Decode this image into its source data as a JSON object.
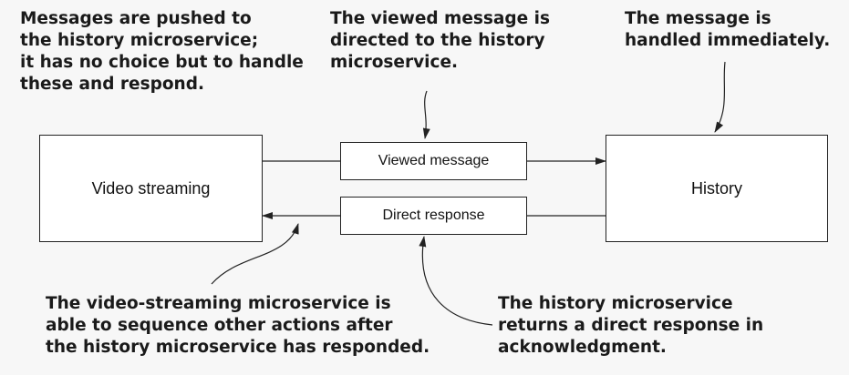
{
  "annotations": {
    "push": "Messages are pushed to\nthe history microservice;\nit has no choice but to handle\nthese and respond.",
    "directed": "The viewed message is\ndirected to the history\nmicroservice.",
    "handled": "The message is\nhandled immediately.",
    "sequence": "The video-streaming microservice is\nable to sequence other actions after\nthe history microservice has responded.",
    "returns": "The history microservice\nreturns a direct response in\nacknowledgment."
  },
  "boxes": {
    "video_streaming": "Video streaming",
    "history": "History",
    "viewed_message": "Viewed message",
    "direct_response": "Direct response"
  }
}
